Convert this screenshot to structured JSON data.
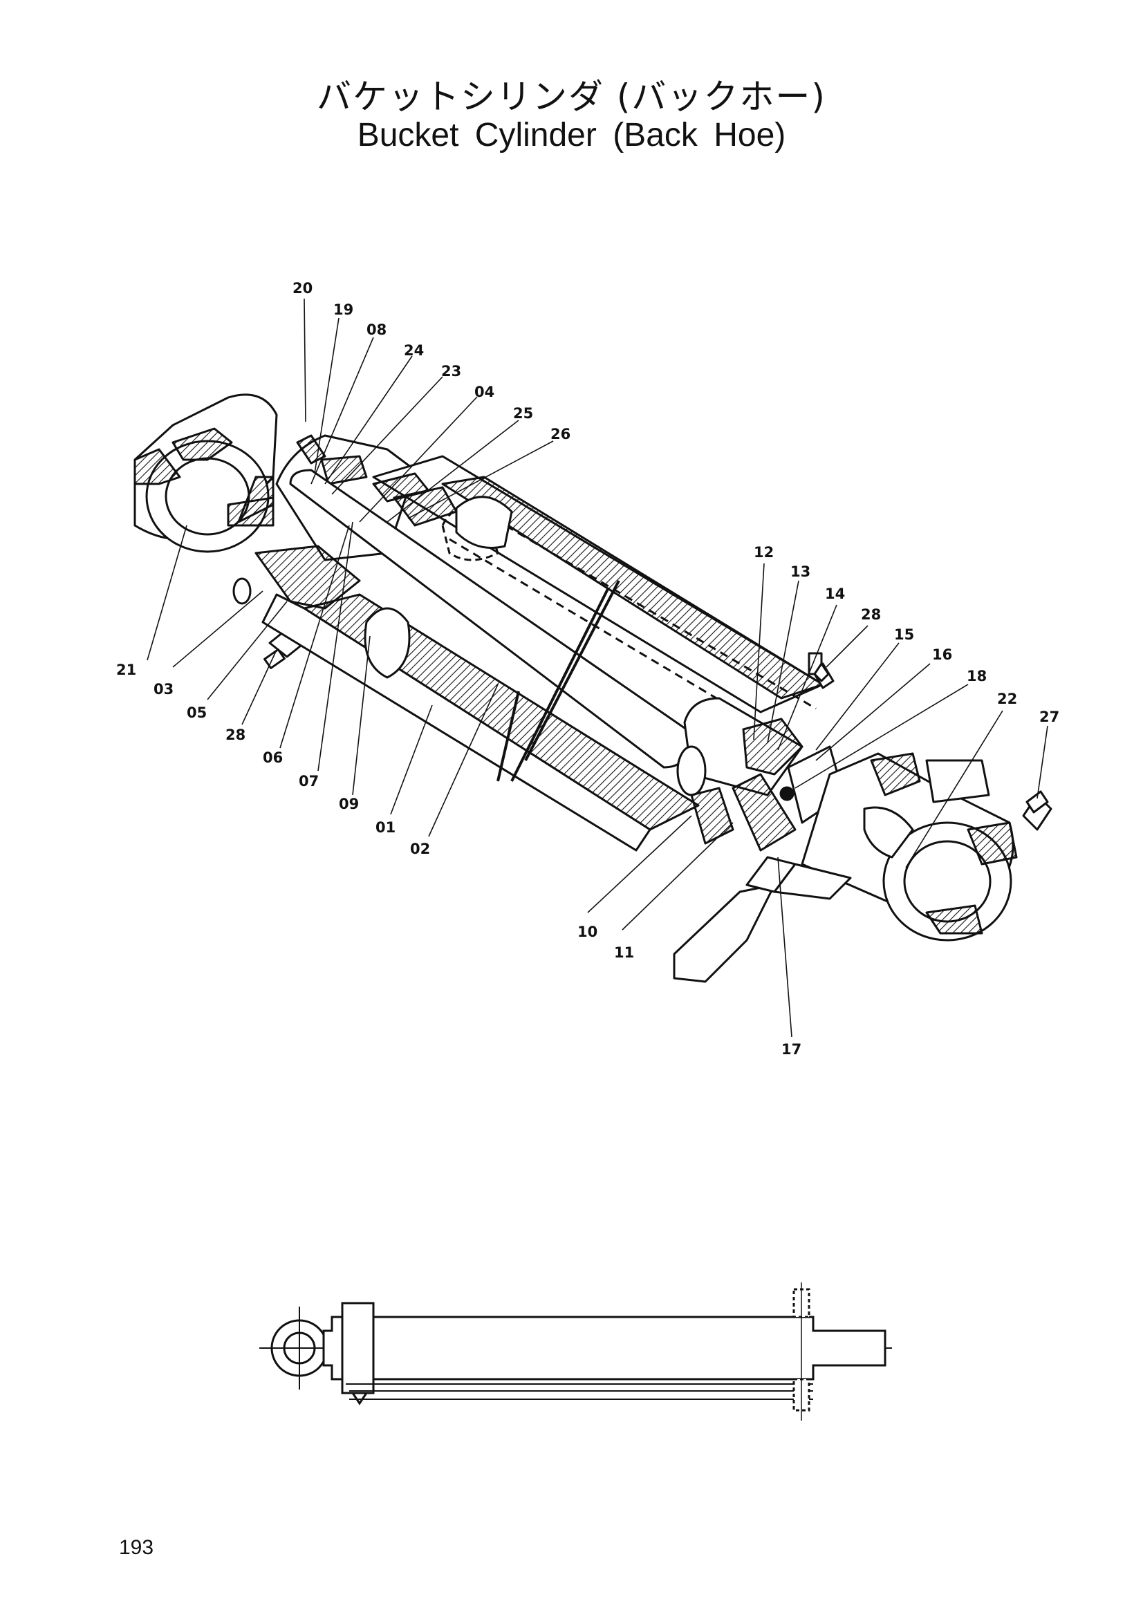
{
  "title_jp": "バケットシリンダ (バックホー)",
  "title_en": "Bucket Cylinder (Back Hoe)",
  "page_number": "193",
  "part_labels": [
    "20",
    "19",
    "08",
    "24",
    "23",
    "04",
    "25",
    "26",
    "21",
    "03",
    "05",
    "28",
    "06",
    "07",
    "09",
    "01",
    "02",
    "12",
    "13",
    "14",
    "28",
    "15",
    "16",
    "18",
    "22",
    "27",
    "10",
    "11",
    "17"
  ]
}
